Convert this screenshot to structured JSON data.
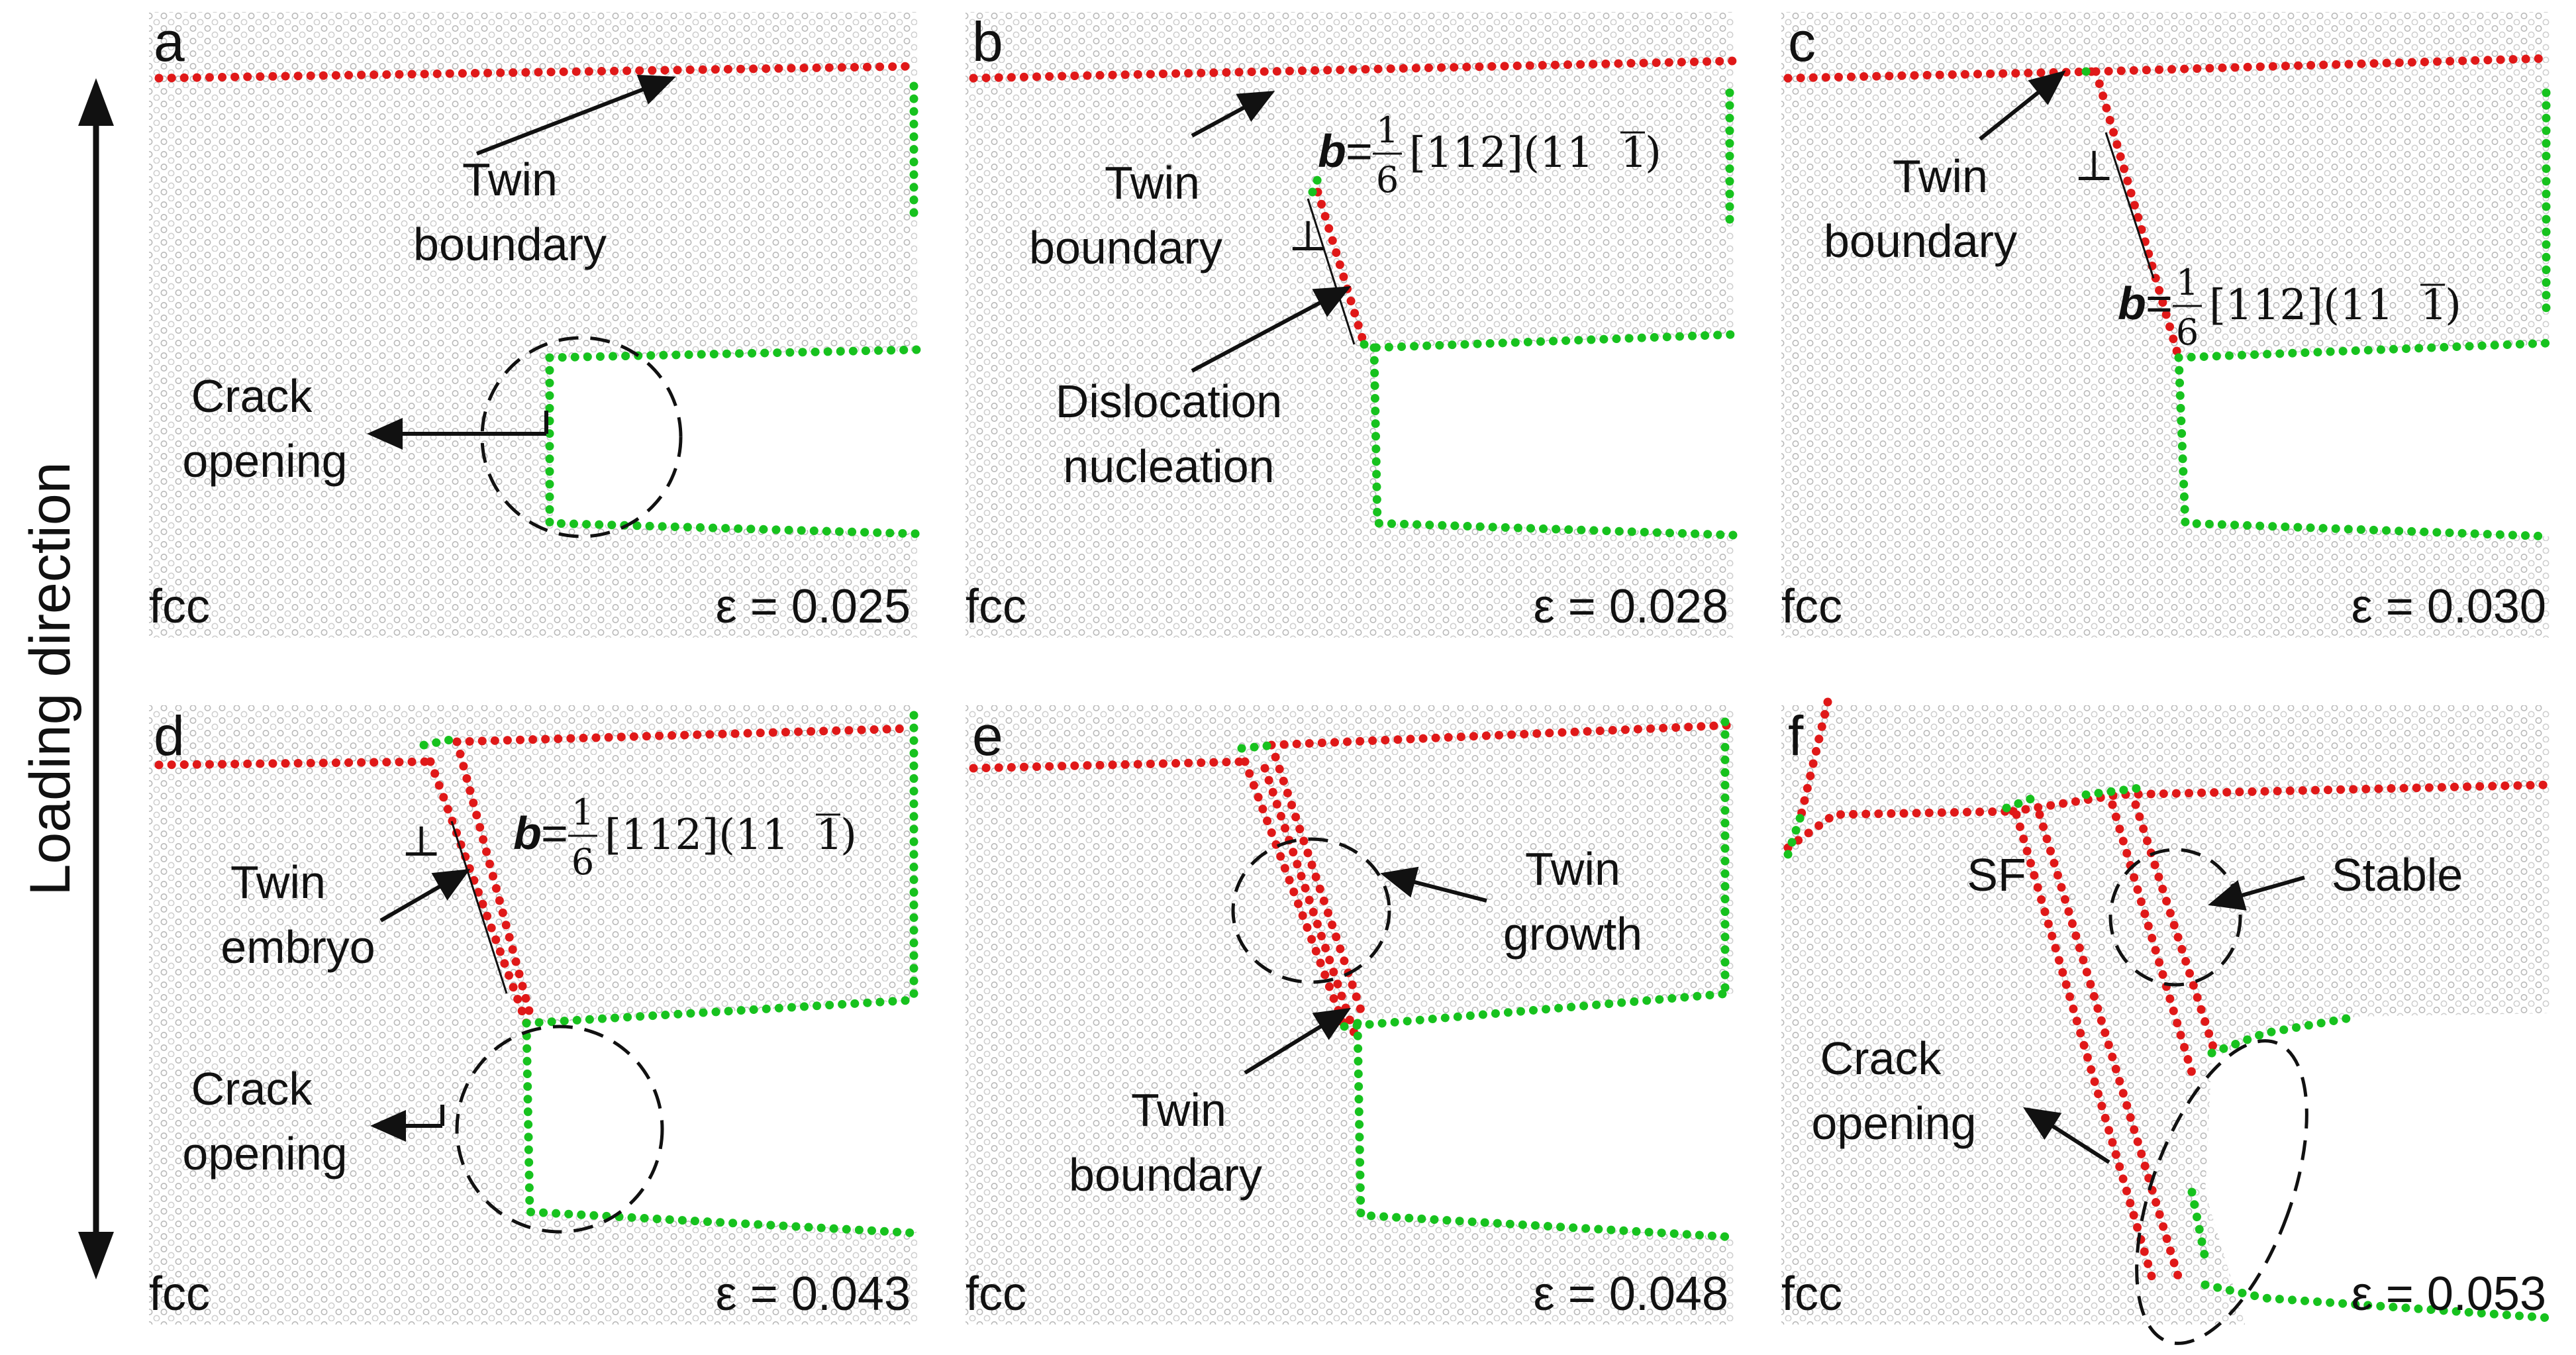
{
  "side_label": "Loading direction",
  "panels": {
    "a": {
      "letter": "a",
      "phase": "fcc",
      "strain": "ε = 0.025",
      "twin_l1": "Twin",
      "twin_l2": "boundary",
      "crack_l1": "Crack",
      "crack_l2": "opening"
    },
    "b": {
      "letter": "b",
      "phase": "fcc",
      "strain": "ε = 0.028",
      "twin_l1": "Twin",
      "twin_l2": "boundary",
      "disl_l1": "Dislocation",
      "disl_l2": "nucleation",
      "burgers_b": "b",
      "burgers_eq": "=",
      "burgers_num": "1",
      "burgers_den": "6",
      "burgers_vec": "[112](11",
      "burgers_bar": "1",
      "burgers_end": ")"
    },
    "c": {
      "letter": "c",
      "phase": "fcc",
      "strain": "ε = 0.030",
      "twin_l1": "Twin",
      "twin_l2": "boundary",
      "burgers_b": "b",
      "burgers_eq": "=",
      "burgers_num": "1",
      "burgers_den": "6",
      "burgers_vec": "[112](11",
      "burgers_bar": "1",
      "burgers_end": ")"
    },
    "d": {
      "letter": "d",
      "phase": "fcc",
      "strain": "ε = 0.043",
      "twin_l1": "Twin",
      "twin_l2": "embryo",
      "crack_l1": "Crack",
      "crack_l2": "opening",
      "burgers_b": "b",
      "burgers_eq": "=",
      "burgers_num": "1",
      "burgers_den": "6",
      "burgers_vec": "[112](11",
      "burgers_bar": "1",
      "burgers_end": ")"
    },
    "e": {
      "letter": "e",
      "phase": "fcc",
      "strain": "ε = 0.048",
      "growth_l1": "Twin",
      "growth_l2": "growth",
      "twin_l1": "Twin",
      "twin_l2": "boundary"
    },
    "f": {
      "letter": "f",
      "phase": "fcc",
      "strain": "ε = 0.053",
      "sf": "SF",
      "stable": "Stable",
      "crack_l1": "Crack",
      "crack_l2": "opening"
    }
  },
  "colors": {
    "twin_boundary": "#e01818",
    "surface_atoms": "#17c21e",
    "bulk_atoms": "#c8c8c8"
  }
}
